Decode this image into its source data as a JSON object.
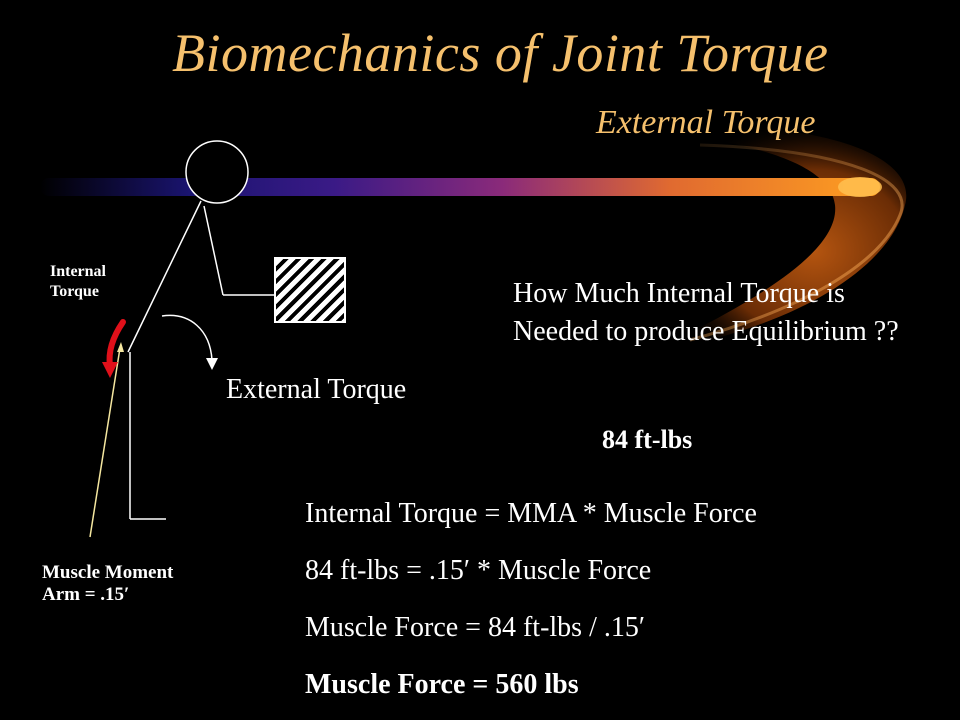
{
  "slide": {
    "title": "Biomechanics of Joint Torque",
    "subtitle": "External Torque"
  },
  "diagram": {
    "internal_torque_label_line1": "Internal",
    "internal_torque_label_line2": "Torque",
    "external_torque_label": "External Torque",
    "moment_arm_label_line1": "Muscle Moment",
    "moment_arm_label_line2": "Arm = .15′"
  },
  "question": {
    "text": "How Much Internal Torque is Needed to produce Equilibrium ??",
    "answer": "84 ft-lbs"
  },
  "equations": [
    "Internal Torque = MMA * Muscle Force",
    "84 ft-lbs = .15′ * Muscle Force",
    "Muscle Force = 84 ft-lbs / .15′",
    "Muscle Force = 560 lbs"
  ],
  "colors": {
    "title": "#f5c06d",
    "text": "#ffffff",
    "internal_arrow": "#e0101a",
    "muscle_line": "#f5e7a0",
    "background": "#000000"
  }
}
